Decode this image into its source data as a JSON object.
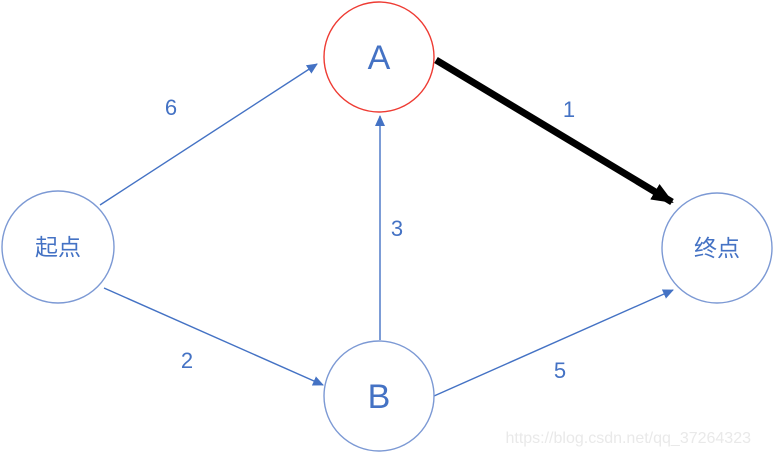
{
  "diagram": {
    "title": "weighted-directed-graph",
    "nodes": [
      {
        "id": "start",
        "label": "起点",
        "outline_color": "#7c99d4",
        "highlighted": false
      },
      {
        "id": "A",
        "label": "A",
        "outline_color": "#ee3b33",
        "highlighted": true
      },
      {
        "id": "B",
        "label": "B",
        "outline_color": "#7c99d4",
        "highlighted": false
      },
      {
        "id": "end",
        "label": "终点",
        "outline_color": "#7c99d4",
        "highlighted": false
      }
    ],
    "edges": [
      {
        "from": "起点",
        "to": "A",
        "weight": "6",
        "style": "thin-blue-arrow"
      },
      {
        "from": "起点",
        "to": "B",
        "weight": "2",
        "style": "thin-blue-arrow"
      },
      {
        "from": "B",
        "to": "A",
        "weight": "3",
        "style": "thin-blue-arrow"
      },
      {
        "from": "A",
        "to": "终点",
        "weight": "1",
        "style": "bold-black-arrow"
      },
      {
        "from": "B",
        "to": "终点",
        "weight": "5",
        "style": "thin-blue-arrow"
      }
    ],
    "colors": {
      "edge_blue": "#4472c4",
      "label_blue": "#4472c4",
      "node_outline_blue": "#7c99d4",
      "node_outline_red": "#ee3b33",
      "bold_edge_black": "#000000",
      "background": "#ffffff"
    }
  },
  "watermark": {
    "text": "https://blog.csdn.net/qq_37264323"
  }
}
